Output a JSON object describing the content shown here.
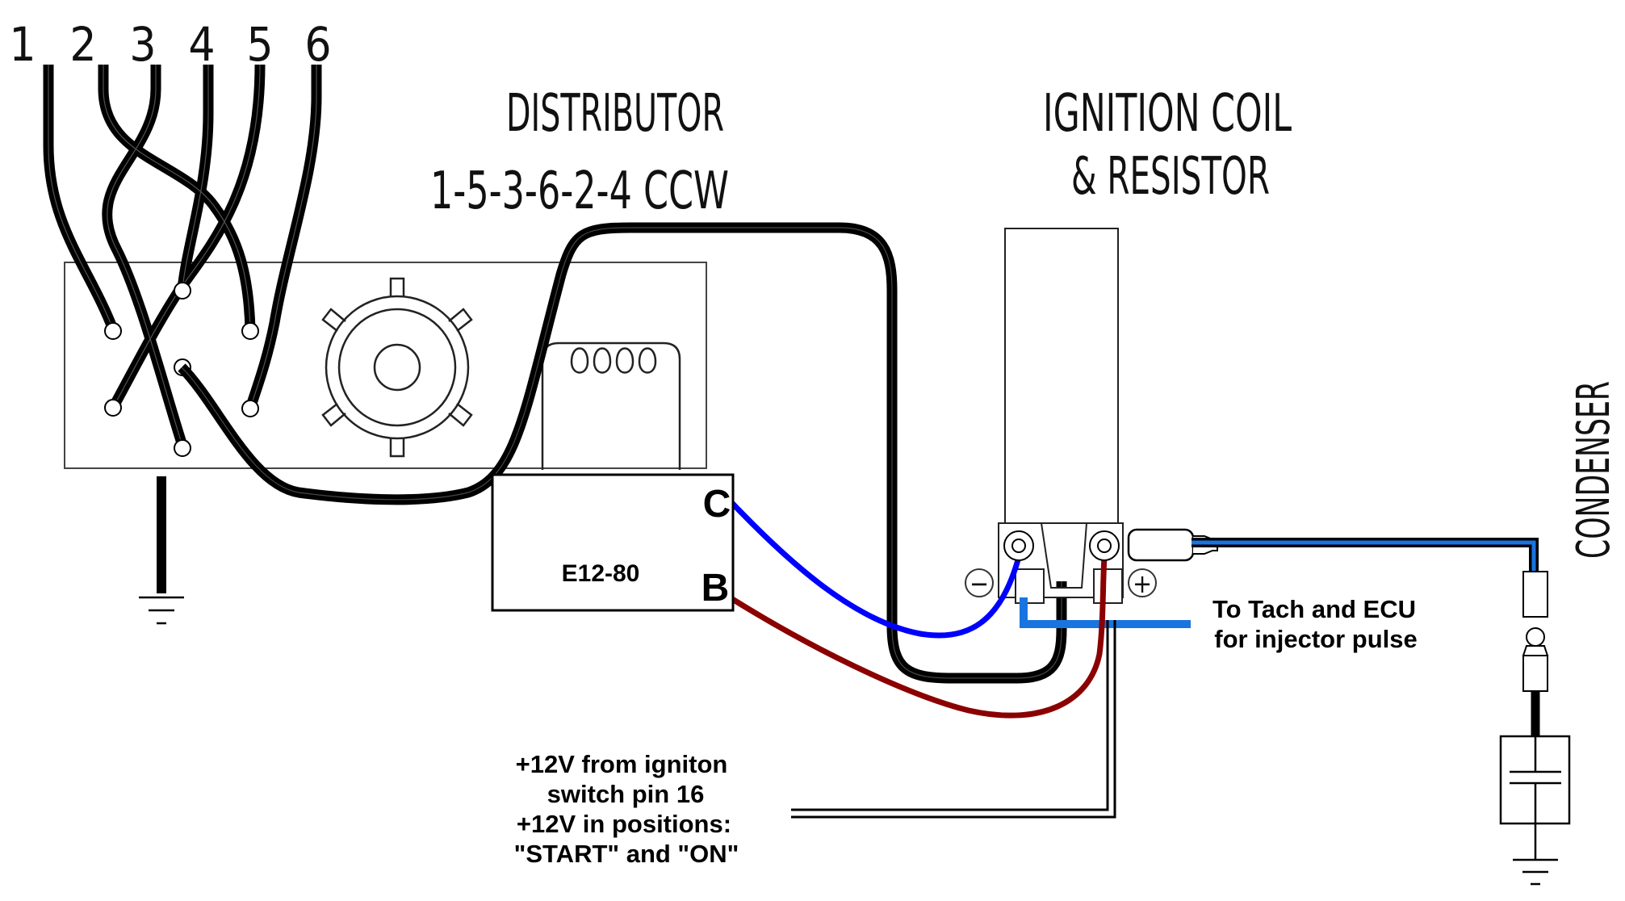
{
  "diagram": {
    "cylinder_numbers": [
      "1",
      "2",
      "3",
      "4",
      "5",
      "6"
    ],
    "distributor": {
      "title": "DISTRIBUTOR",
      "firing_order": "1-5-3-6-2-4 CCW"
    },
    "coil": {
      "title_line1": "IGNITION COIL",
      "title_line2": "& RESISTOR",
      "minus_symbol": "−",
      "plus_symbol": "+"
    },
    "module": {
      "label": "E12-80",
      "terminal_c": "C",
      "terminal_b": "B"
    },
    "tach_note": {
      "line1": "To Tach and ECU",
      "line2": "for injector pulse"
    },
    "power_note": {
      "line1": "+12V from igniton",
      "line2": "switch pin 16",
      "line3": "+12V in positions:",
      "line4": "\"START\" and \"ON\""
    },
    "condenser_label": "CONDENSER",
    "colors": {
      "wire_black": "#000000",
      "wire_blue": "#0000ff",
      "wire_red": "#8b0000",
      "tach_wire": "#1a74e0"
    }
  }
}
